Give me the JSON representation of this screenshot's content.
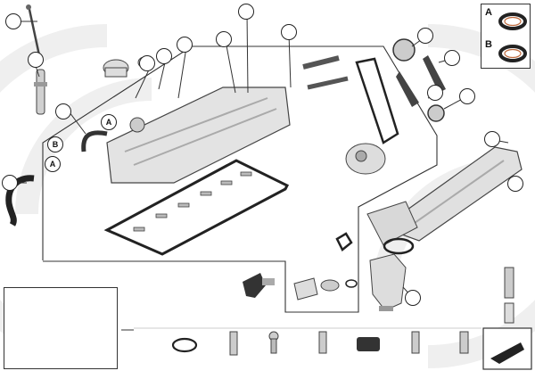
{
  "legend": {
    "items": [
      {
        "key": "A",
        "label": "A"
      },
      {
        "key": "B",
        "label": "B"
      }
    ]
  },
  "diagram_labels": {
    "marker_a_upper": "A",
    "marker_a_left": "A",
    "marker_b_left": "B"
  },
  "colors": {
    "line": "#222222",
    "watermark": "#ececec",
    "part_fill": "#d9d9d9",
    "part_dark": "#3a3a3a"
  }
}
